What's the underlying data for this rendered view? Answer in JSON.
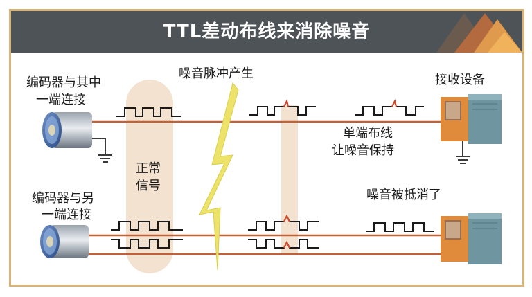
{
  "title": "TTL差动布线来消除噪音",
  "labels": {
    "encoder_top_line1": "编码器与其中",
    "encoder_top_line2": "一端连接",
    "noise_pulse": "噪音脉冲产生",
    "receiver": "接收设备",
    "normal_signal_line1": "正常",
    "normal_signal_line2": "信号",
    "single_ended_line1": "单端布线",
    "single_ended_line2": "让噪音保持",
    "encoder_bottom_line1": "编码器与另",
    "encoder_bottom_line2": "一端连接",
    "noise_cancelled": "噪音被抵消了"
  },
  "colors": {
    "title_bar": "#4e5357",
    "frame_border": "#d9b277",
    "wire": "#c0613a",
    "highlight_band": "#f3e2cf",
    "lightning": "#eee36a",
    "noise_spike": "#d9482b",
    "receiver_orange": "#e08a3c",
    "receiver_teal": "#6f96a0"
  }
}
